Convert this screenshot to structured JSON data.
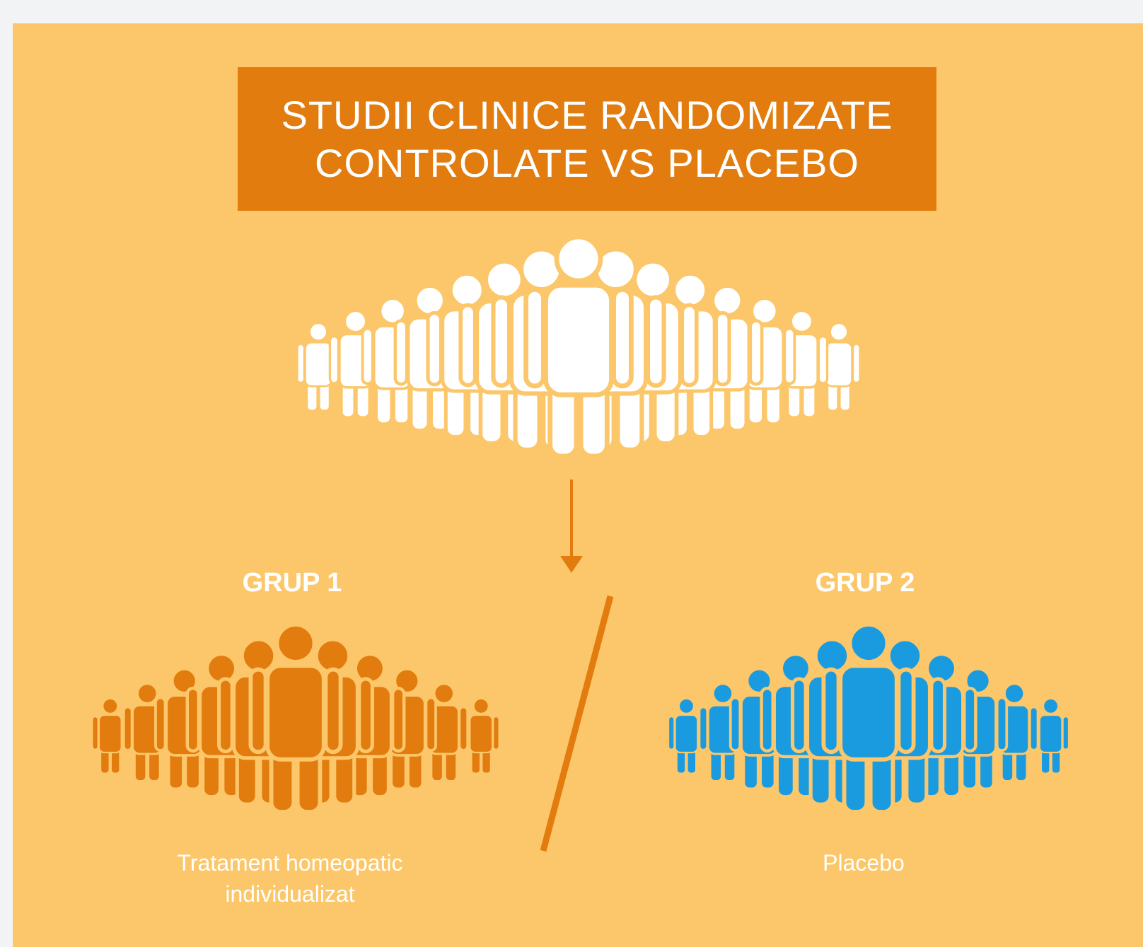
{
  "title": {
    "line1": "STUDII CLINICE RANDOMIZATE",
    "line2": "CONTROLATE VS PLACEBO"
  },
  "groups": [
    {
      "label": "GRUP 1",
      "caption_line1": "Tratament homeopatic",
      "caption_line2": "individualizat",
      "color": "#e27c0e"
    },
    {
      "label": "GRUP 2",
      "caption_line1": "Placebo",
      "caption_line2": "",
      "color": "#1a9be0"
    }
  ],
  "colors": {
    "background": "#fcc76a",
    "title_box": "#e27c0e",
    "population": "#ffffff",
    "arrow": "#e27c0e",
    "divider": "#e27c0e"
  },
  "icons": {
    "population": "people-crowd-icon",
    "group1": "people-crowd-icon",
    "group2": "people-crowd-icon",
    "arrow": "arrow-down-icon"
  }
}
